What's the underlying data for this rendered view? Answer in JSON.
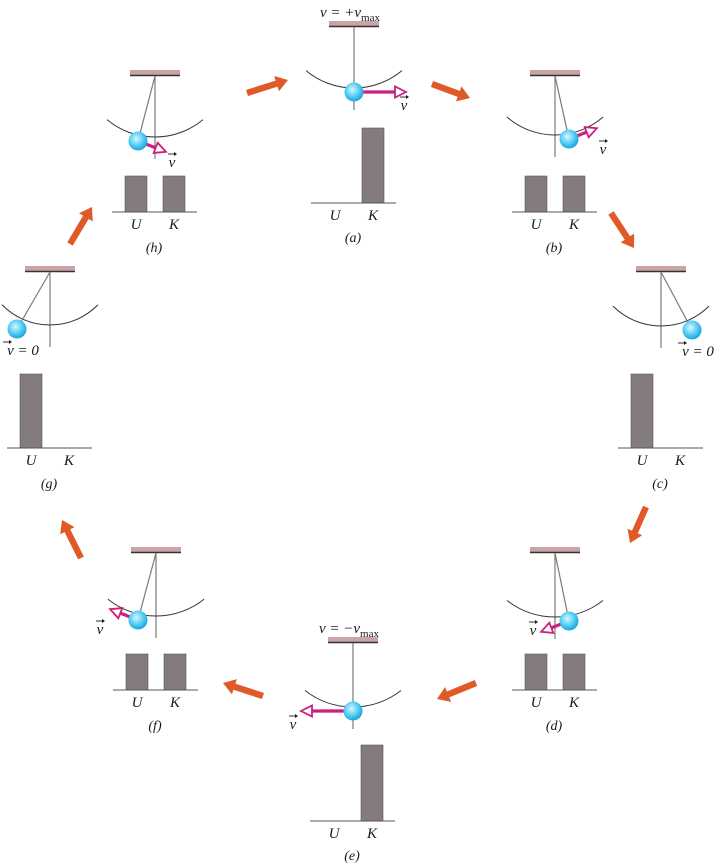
{
  "figure": {
    "title": "Pendulum energy cycle",
    "colors": {
      "ceiling": "#c9a3a6",
      "ceiling_edge": "#333333",
      "string": "#7a7a7a",
      "arc": "#333333",
      "bob_center": "#d8f6ff",
      "bob_mid": "#5cd0f5",
      "bob_edge": "#1aa5dc",
      "velocity": "#cc1f7e",
      "bar": "#847c7c",
      "bar_edge": "#5c5656",
      "axis": "#555555",
      "cycle_arrow": "#e05a28"
    },
    "axis_labels": {
      "U": "U",
      "K": "K"
    },
    "panels": [
      {
        "id": "a",
        "label": "(a)",
        "caption": "v = +v",
        "caption_sub": "max",
        "U": 0.0,
        "K": 1.0,
        "bob_angle": 0,
        "velocity": "right",
        "v_label": "v"
      },
      {
        "id": "b",
        "label": "(b)",
        "U": 0.5,
        "K": 0.5,
        "bob_angle": 1,
        "velocity": "up-right",
        "v_label": "v"
      },
      {
        "id": "c",
        "label": "(c)",
        "U": 1.0,
        "K": 0.0,
        "bob_angle": 2,
        "velocity": "none",
        "v_label": "v = 0"
      },
      {
        "id": "d",
        "label": "(d)",
        "U": 0.5,
        "K": 0.5,
        "bob_angle": 1,
        "velocity": "down-left",
        "v_label": "v"
      },
      {
        "id": "e",
        "label": "(e)",
        "caption": "v = −v",
        "caption_sub": "max",
        "U": 0.0,
        "K": 1.0,
        "bob_angle": 0,
        "velocity": "left",
        "v_label": "v"
      },
      {
        "id": "f",
        "label": "(f)",
        "U": 0.5,
        "K": 0.5,
        "bob_angle": -1,
        "velocity": "up-left",
        "v_label": "v"
      },
      {
        "id": "g",
        "label": "(g)",
        "U": 1.0,
        "K": 0.0,
        "bob_angle": -2,
        "velocity": "none",
        "v_label": "v = 0"
      },
      {
        "id": "h",
        "label": "(h)",
        "U": 0.5,
        "K": 0.5,
        "bob_angle": -1,
        "velocity": "down-right",
        "v_label": "v"
      }
    ],
    "cycle_order": [
      "a",
      "b",
      "c",
      "d",
      "e",
      "f",
      "g",
      "h"
    ]
  }
}
